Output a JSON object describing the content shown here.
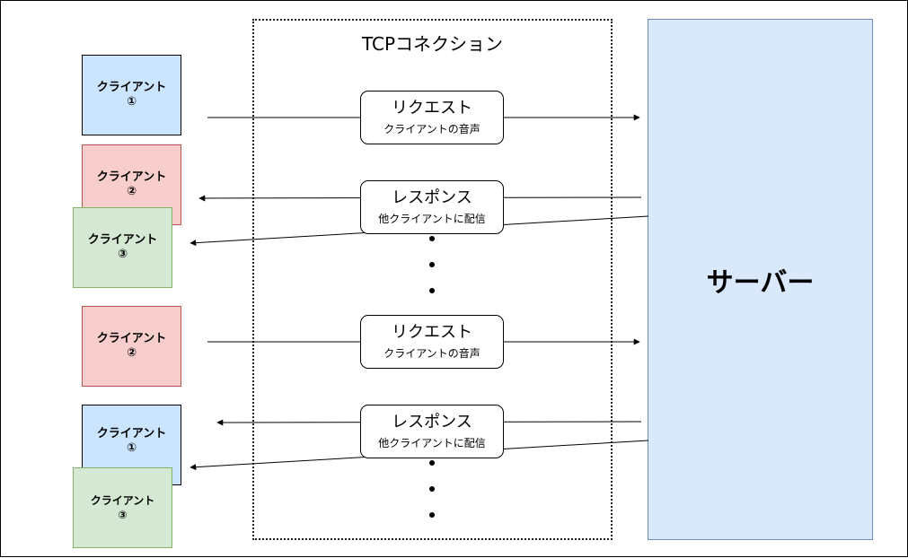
{
  "connection": {
    "title": "TCPコネクション"
  },
  "server": {
    "label": "サーバー"
  },
  "clients": [
    {
      "name": "クライアント",
      "num": "①"
    },
    {
      "name": "クライアント",
      "num": "②"
    },
    {
      "name": "クライアント",
      "num": "③"
    },
    {
      "name": "クライアント",
      "num": "②"
    },
    {
      "name": "クライアント",
      "num": "①"
    },
    {
      "name": "クライアント",
      "num": "③"
    }
  ],
  "messages": [
    {
      "title": "リクエスト",
      "sub": "クライアントの音声"
    },
    {
      "title": "レスポンス",
      "sub": "他クライアントに配信"
    },
    {
      "title": "リクエスト",
      "sub": "クライアントの音声"
    },
    {
      "title": "レスポンス",
      "sub": "他クライアントに配信"
    }
  ],
  "colors": {
    "client_blue": "#cce5ff",
    "client_red": "#f8cecc",
    "client_green": "#d5e8d4",
    "server_fill": "#dae8fc",
    "server_border": "#6c8ebf"
  }
}
